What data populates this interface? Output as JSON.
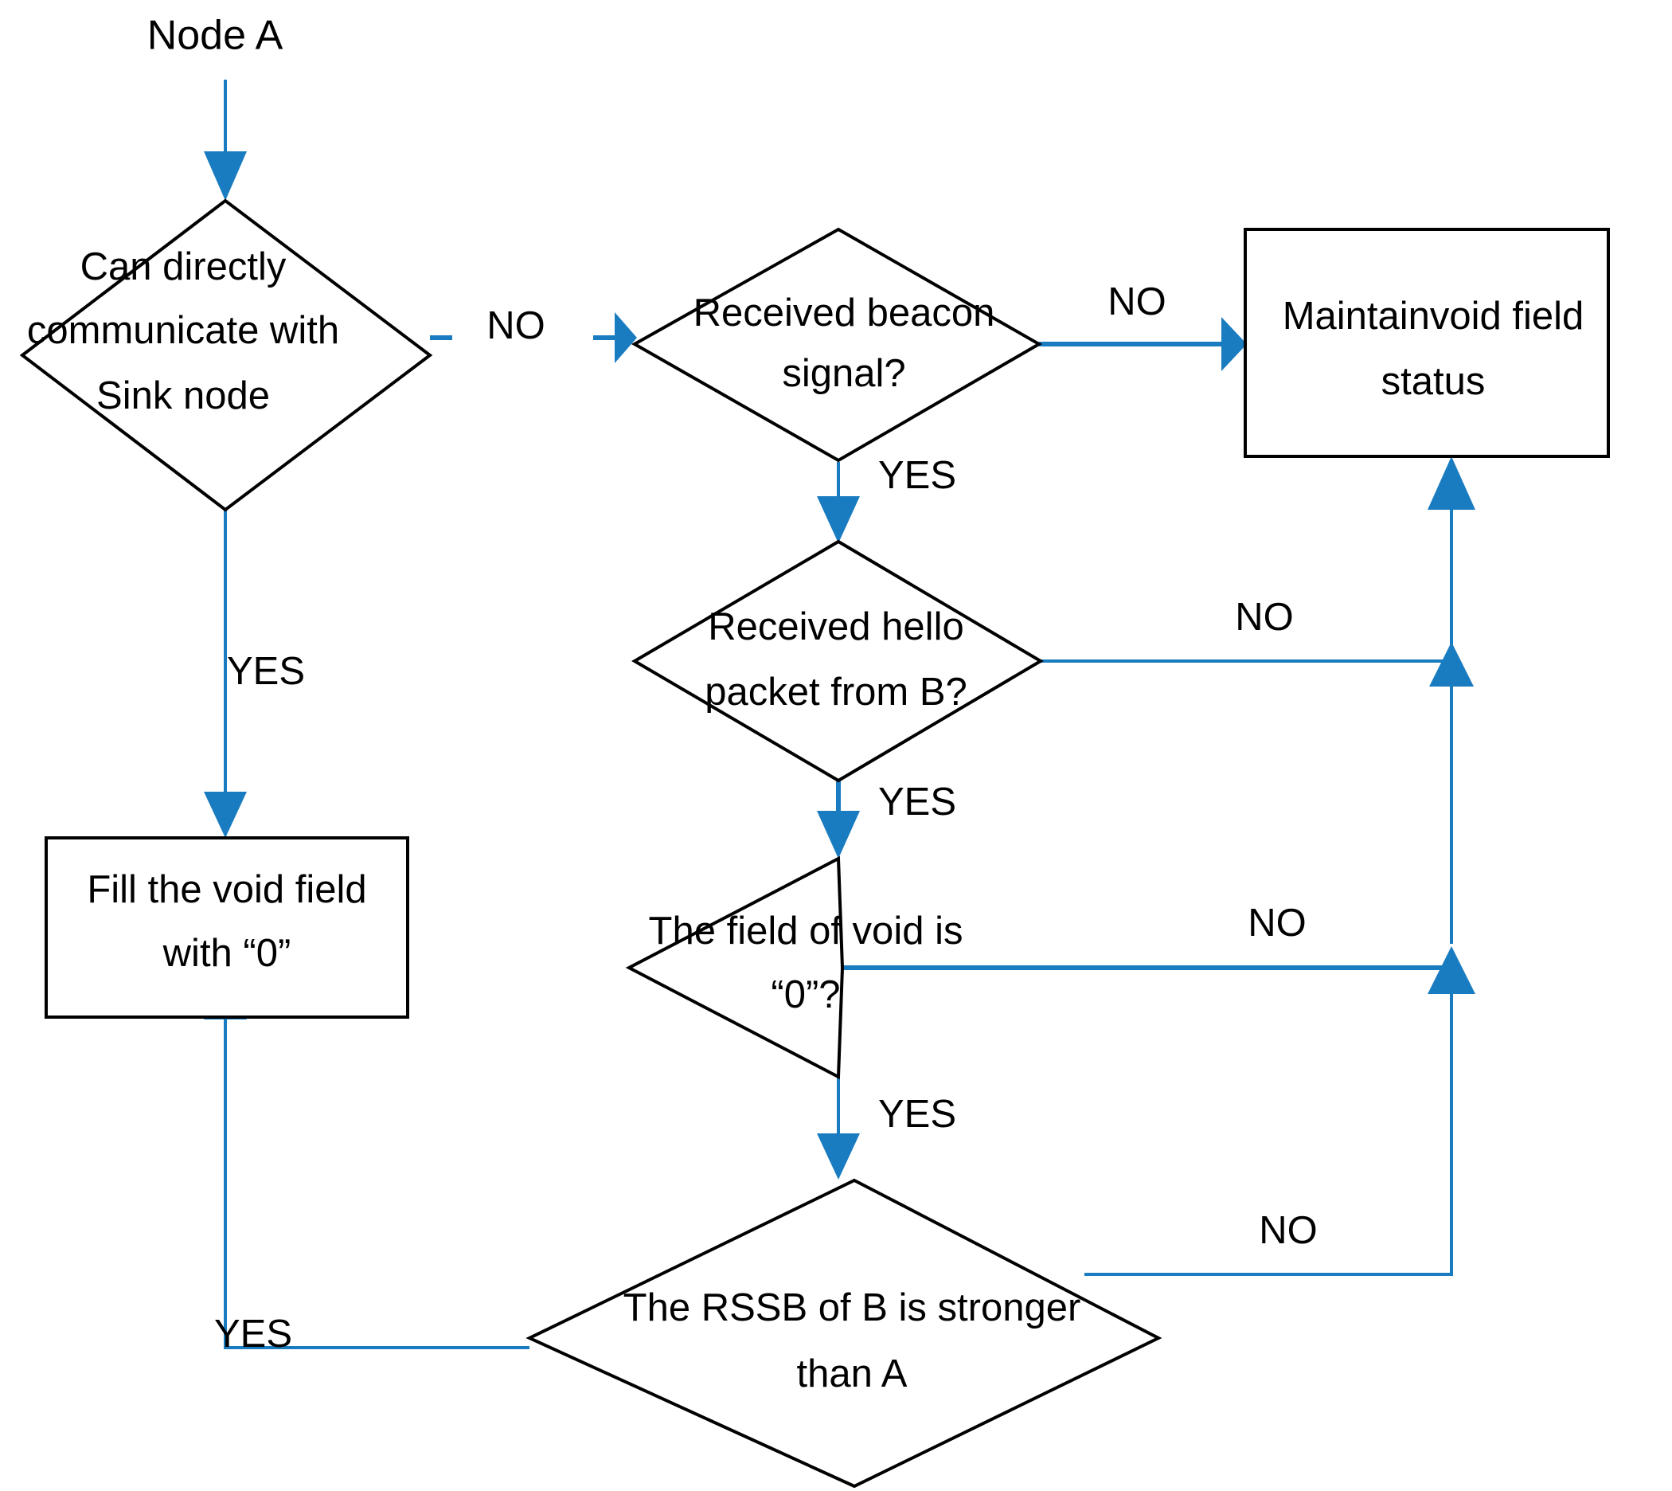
{
  "diagram": {
    "type": "flowchart",
    "title_text": "Node A",
    "background_color": "#ffffff",
    "shape_stroke_color": "#000000",
    "connector_color": "#1a7cc0",
    "text_color": "#000000"
  },
  "nodes": {
    "start": {
      "kind": "start-label",
      "text": "Node A"
    },
    "decision_direct_comm": {
      "kind": "decision",
      "line1": "Can directly",
      "line2": "communicate with",
      "line3": "Sink node"
    },
    "process_fill_void": {
      "kind": "process",
      "line1": "Fill the void field",
      "line2": "with “0”"
    },
    "decision_beacon": {
      "kind": "decision",
      "line1": "Received beacon",
      "line2": "signal?"
    },
    "decision_hello_packet": {
      "kind": "decision",
      "line1": "Received hello",
      "line2": "packet from B?"
    },
    "decision_void_field_zero": {
      "kind": "decision",
      "line1": "The field of void is",
      "line2": "“0”?"
    },
    "decision_rssb_stronger": {
      "kind": "decision",
      "line1": "The RSSB of B is stronger",
      "line2": "than A"
    },
    "process_maintain_void": {
      "kind": "process",
      "line1": "Maintainvoid field",
      "line2": "status"
    }
  },
  "edge_labels": {
    "direct_comm_no": "NO",
    "direct_comm_yes": "YES",
    "beacon_no": "NO",
    "beacon_yes": "YES",
    "hello_no": "NO",
    "hello_yes": "YES",
    "void_no": "NO",
    "void_yes": "YES",
    "rssb_no": "NO",
    "rssb_yes": "YES"
  }
}
